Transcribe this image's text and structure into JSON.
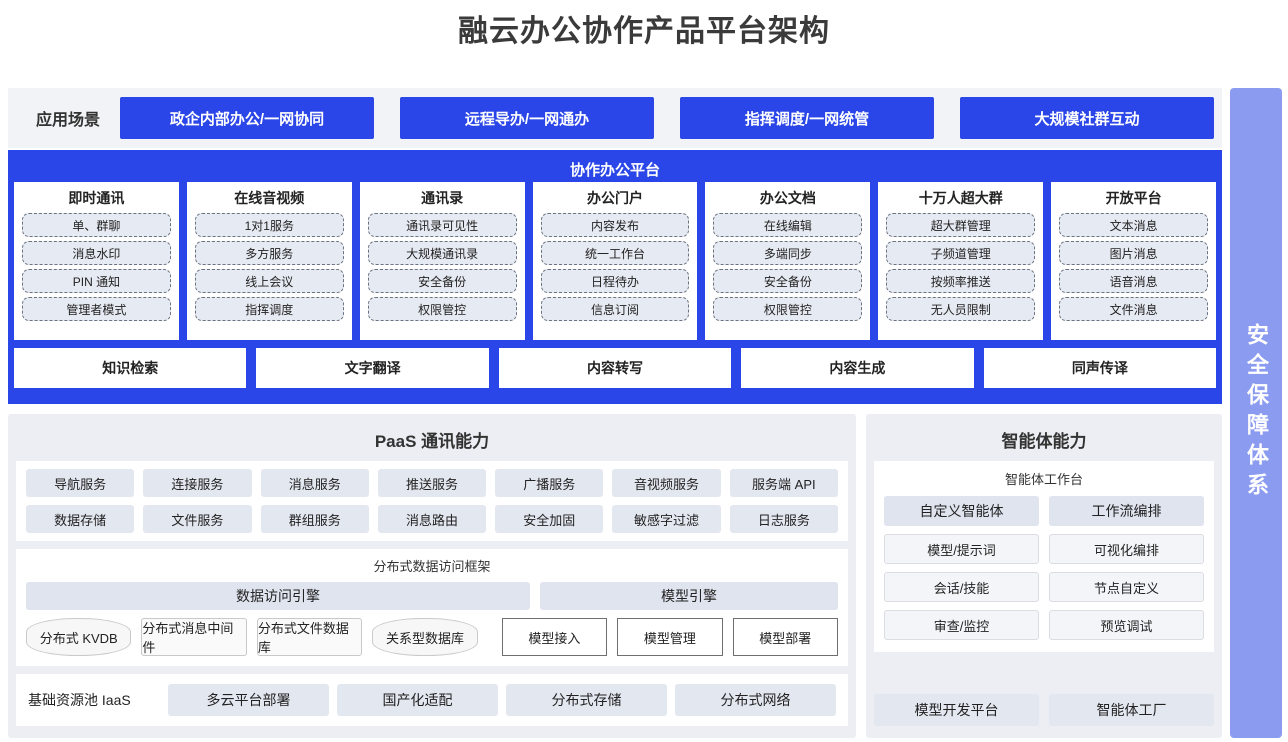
{
  "title": "融云办公协作产品平台架构",
  "security_bar": {
    "label": "安全保障体系",
    "color": "#8b9bf0"
  },
  "scenarios": {
    "label": "应用场景",
    "color": "#2a46e8",
    "items": [
      "政企内部办公/一网协同",
      "远程导办/一网通办",
      "指挥调度/一网统管",
      "大规模社群互动"
    ]
  },
  "collaboration": {
    "title": "协作办公平台",
    "color": "#2a46e8",
    "cards": [
      {
        "title": "即时通讯",
        "items": [
          "单、群聊",
          "消息水印",
          "PIN 通知",
          "管理者模式"
        ]
      },
      {
        "title": "在线音视频",
        "items": [
          "1对1服务",
          "多方服务",
          "线上会议",
          "指挥调度"
        ]
      },
      {
        "title": "通讯录",
        "items": [
          "通讯录可见性",
          "大规模通讯录",
          "安全备份",
          "权限管控"
        ]
      },
      {
        "title": "办公门户",
        "items": [
          "内容发布",
          "统一工作台",
          "日程待办",
          "信息订阅"
        ]
      },
      {
        "title": "办公文档",
        "items": [
          "在线编辑",
          "多端同步",
          "安全备份",
          "权限管控"
        ]
      },
      {
        "title": "十万人超大群",
        "items": [
          "超大群管理",
          "子频道管理",
          "按频率推送",
          "无人员限制"
        ]
      },
      {
        "title": "开放平台",
        "items": [
          "文本消息",
          "图片消息",
          "语音消息",
          "文件消息"
        ]
      }
    ],
    "ai_chips": [
      "知识检索",
      "文字翻译",
      "内容转写",
      "内容生成",
      "同声传译"
    ]
  },
  "paas": {
    "title": "PaaS 通讯能力",
    "services_row1": [
      "导航服务",
      "连接服务",
      "消息服务",
      "推送服务",
      "广播服务",
      "音视频服务",
      "服务端 API"
    ],
    "services_row2": [
      "数据存储",
      "文件服务",
      "群组服务",
      "消息路由",
      "安全加固",
      "敏感字过滤",
      "日志服务"
    ],
    "framework": {
      "title": "分布式数据访问框架",
      "data_engine": "数据访问引擎",
      "model_engine": "模型引擎",
      "data_stores": [
        "分布式 KVDB",
        "分布式消息中间件",
        "分布式文件数据库",
        "关系型数据库"
      ],
      "model_stores": [
        "模型接入",
        "模型管理",
        "模型部署"
      ]
    },
    "iaas": {
      "label": "基础资源池 IaaS",
      "items": [
        "多云平台部署",
        "国产化适配",
        "分布式存储",
        "分布式网络"
      ]
    }
  },
  "agent": {
    "title": "智能体能力",
    "workbench_title": "智能体工作台",
    "columns": [
      {
        "head": "自定义智能体",
        "items": [
          "模型/提示词",
          "会话/技能",
          "审查/监控"
        ]
      },
      {
        "head": "工作流编排",
        "items": [
          "可视化编排",
          "节点自定义",
          "预览调试"
        ]
      }
    ],
    "bottom": [
      "模型开发平台",
      "智能体工厂"
    ]
  }
}
